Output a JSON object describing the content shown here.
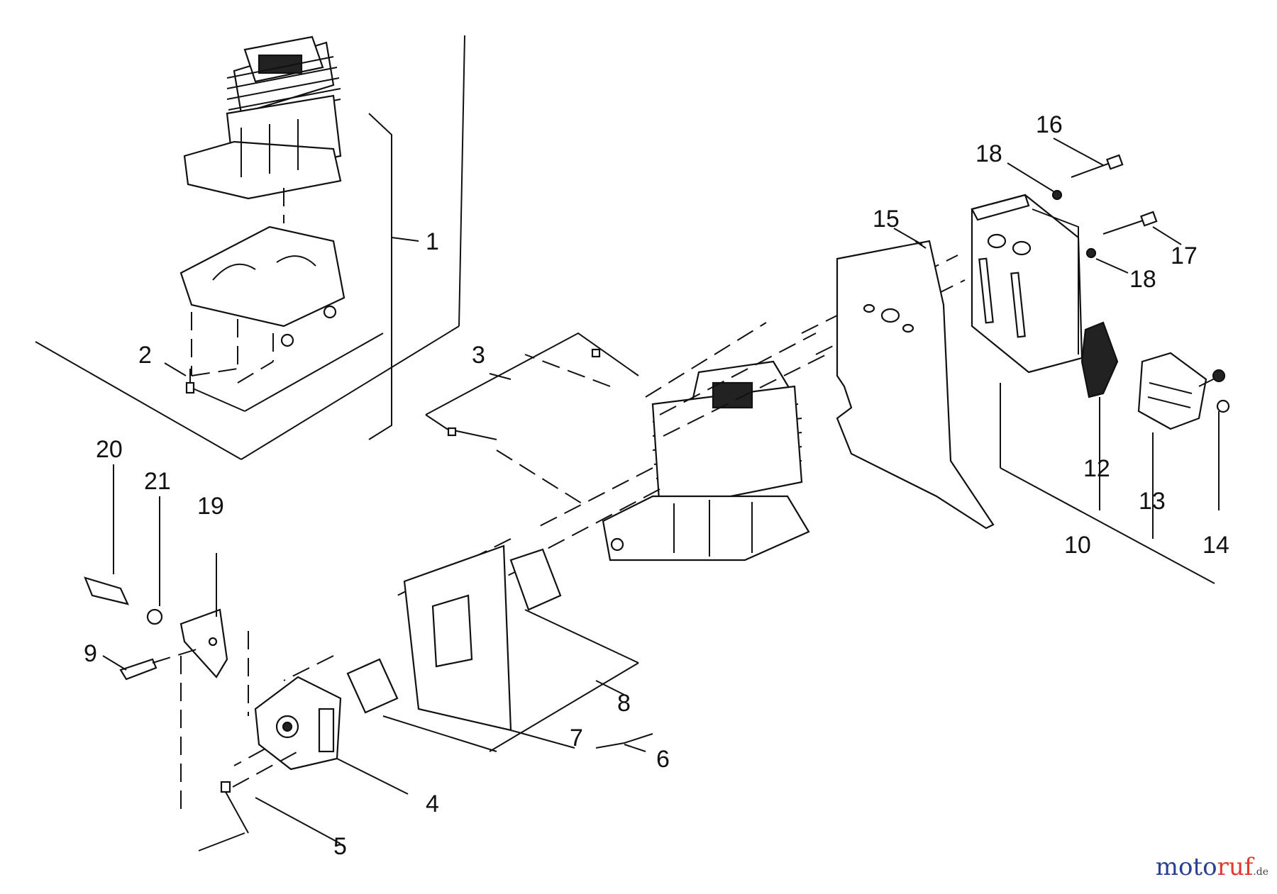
{
  "labels": {
    "l1": "1",
    "l2": "2",
    "l3": "3",
    "l4": "4",
    "l5": "5",
    "l6": "6",
    "l7": "7",
    "l8": "8",
    "l9": "9",
    "l10": "10",
    "l12": "12",
    "l13": "13",
    "l14": "14",
    "l15": "15",
    "l16": "16",
    "l17": "17",
    "l18a": "18",
    "l18b": "18",
    "l19": "19",
    "l20": "20",
    "l21": "21"
  },
  "watermark": {
    "brand_a": "moto",
    "brand_b": "ruf",
    "suffix": ".de"
  },
  "colors": {
    "line": "#111111",
    "brand_blue": "#2a3f8f",
    "brand_red": "#e03a2f"
  }
}
